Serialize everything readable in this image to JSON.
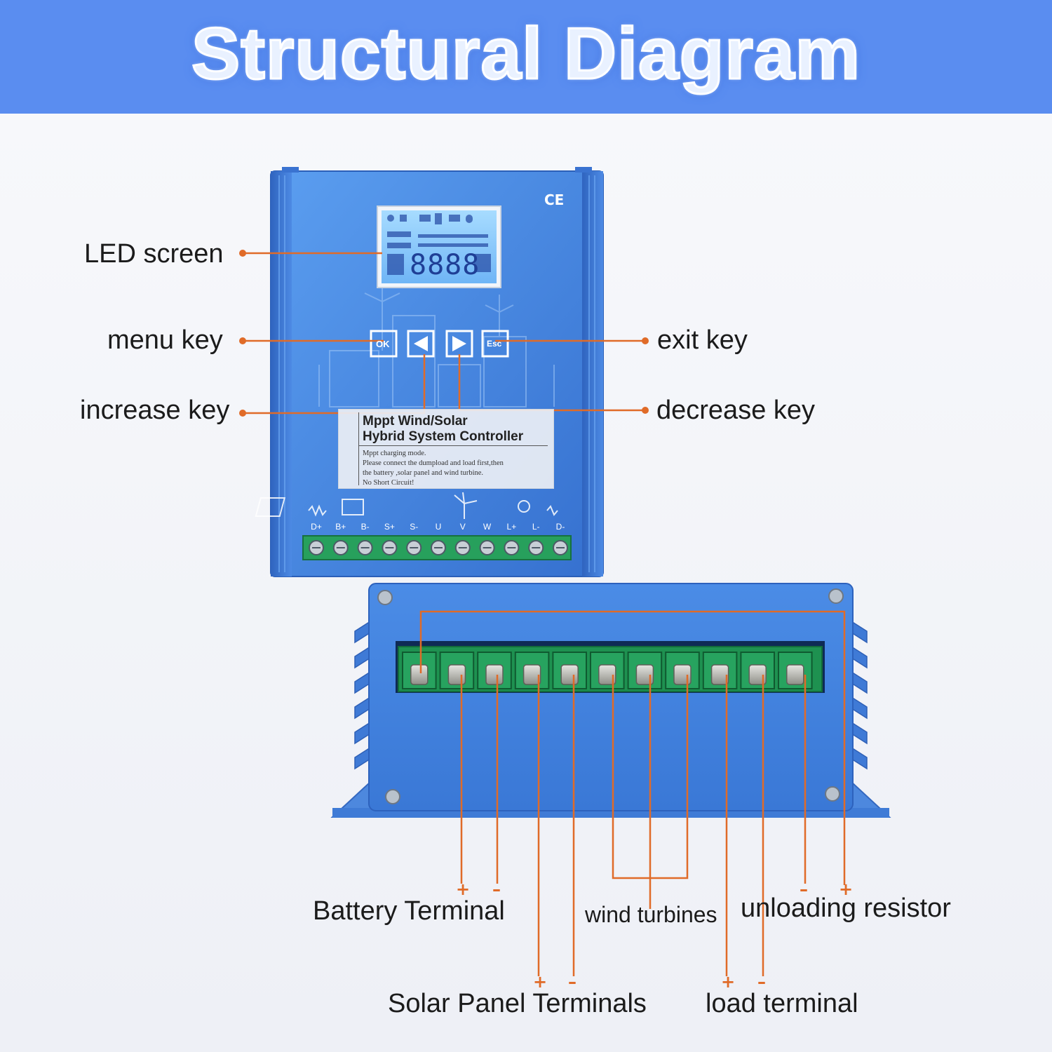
{
  "header": {
    "title": "Structural Diagram"
  },
  "colors": {
    "banner": "#5a8df0",
    "device_blue": "#3f7fd9",
    "callout_orange": "#e06b28",
    "lcd_blue": "#7fc3ff",
    "terminal_green": "#1f9a55"
  },
  "front_panel": {
    "ce_mark": "CE",
    "lcd_digits": "8888",
    "buttons": [
      {
        "icon": "ok-icon",
        "text": "OK"
      },
      {
        "icon": "left-arrow-icon",
        "text": ""
      },
      {
        "icon": "right-arrow-icon",
        "text": ""
      },
      {
        "icon": "esc-icon",
        "text": "Esc"
      }
    ],
    "sticker": {
      "title_line1": "Mppt Wind/Solar",
      "title_line2": "Hybrid System Controller",
      "body": [
        "Mppt charging mode.",
        "Please connect the dumpload and load first,then",
        "the battery ,solar panel and wind turbine.",
        "No Short Circuit!"
      ]
    },
    "terminal_labels": [
      "D+",
      "B+",
      "B-",
      "S+",
      "S-",
      "U",
      "V",
      "W",
      "L+",
      "L-",
      "D-"
    ]
  },
  "callouts": {
    "led_screen": "LED screen",
    "menu_key": "menu key",
    "increase_key": "increase key",
    "exit_key": "exit key",
    "decrease_key": "decrease key"
  },
  "terminal_labels": {
    "battery": "Battery Terminal",
    "solar": "Solar Panel Terminals",
    "wind": "wind turbines",
    "unloading": "unloading resistor",
    "load": "load terminal"
  },
  "signs": {
    "plus": "+",
    "minus": "–"
  }
}
